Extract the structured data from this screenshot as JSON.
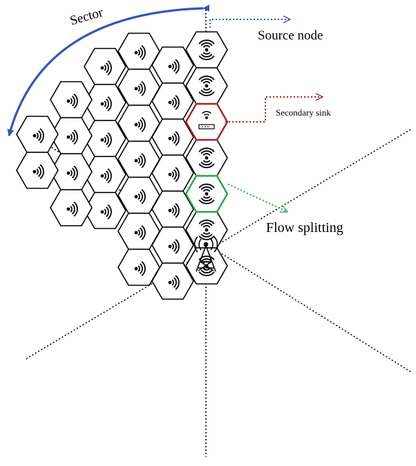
{
  "labels": {
    "sector": "Sector",
    "source_node": "Source node",
    "secondary_sink": "Secondary sink",
    "flow_splitting": "Flow splitting"
  },
  "colors": {
    "sector_arrow": "#3355bb",
    "source_arrow": "#3355bb",
    "secondary_sink": "#aa1f1f",
    "flow_splitting": "#22a845",
    "cell_stroke": "#000000"
  },
  "icons": {
    "cell": "wifi-antenna-icon",
    "source": "wifi-broadcast-icon",
    "secondary_sink": "router-icon",
    "base_station": "cell-tower-icon"
  }
}
